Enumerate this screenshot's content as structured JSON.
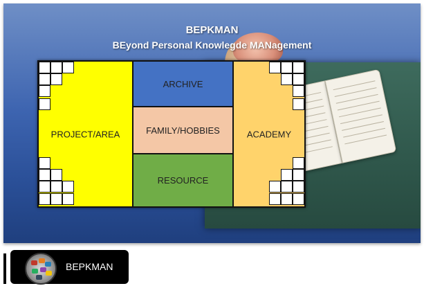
{
  "banner": {
    "title": "BEPKMAN",
    "subtitle": "BEyond Personal Knowlegde MANagement"
  },
  "grid": {
    "left_label": "PROJECT/AREA",
    "archive_label": "ARCHIVE",
    "middle_label": "FAMILY/HOBBIES",
    "resource_label": "RESOURCE",
    "right_label": "ACADEMY",
    "colors": {
      "project": "#ffff00",
      "archive": "#4472c4",
      "family": "#f4c7a6",
      "resource": "#70ad47",
      "academy": "#ffd36b"
    }
  },
  "footer": {
    "label": "BEPKMAN",
    "logo_icon": "app-logo-icon"
  }
}
